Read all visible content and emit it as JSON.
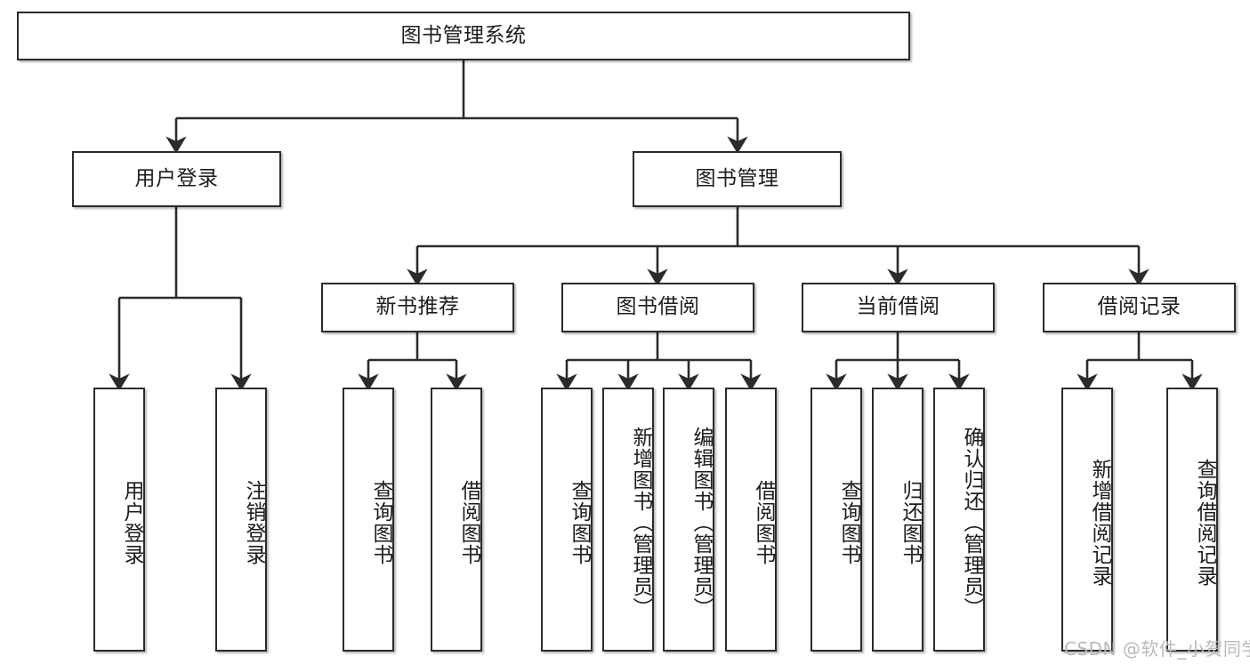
{
  "diagram": {
    "title": "图书管理系统",
    "root": {
      "label": "图书管理系统"
    },
    "level1": [
      {
        "label": "用户登录"
      },
      {
        "label": "图书管理"
      }
    ],
    "level2": [
      {
        "label": "新书推荐"
      },
      {
        "label": "图书借阅"
      },
      {
        "label": "当前借阅"
      },
      {
        "label": "借阅记录"
      }
    ],
    "leaves": {
      "user_login": [
        {
          "label": "用户登录"
        },
        {
          "label": "注销登录"
        }
      ],
      "new_book_recommend": [
        {
          "label": "查询图书"
        },
        {
          "label": "借阅图书"
        }
      ],
      "book_borrow": [
        {
          "label": "查询图书"
        },
        {
          "label": "新增图书（管理员）"
        },
        {
          "label": "编辑图书（管理员）"
        },
        {
          "label": "借阅图书"
        }
      ],
      "current_borrow": [
        {
          "label": "查询图书"
        },
        {
          "label": "归还图书"
        },
        {
          "label": "确认归还（管理员）"
        }
      ],
      "borrow_record": [
        {
          "label": "新增借阅记录"
        },
        {
          "label": "查询借阅记录"
        }
      ]
    }
  },
  "watermark": {
    "text": "CSDN @软件_小贺同学"
  },
  "colors": {
    "stroke": "#2b2b2b",
    "background": "#ffffff",
    "text": "#1c1c1c",
    "watermark": "#b9b9b9"
  }
}
